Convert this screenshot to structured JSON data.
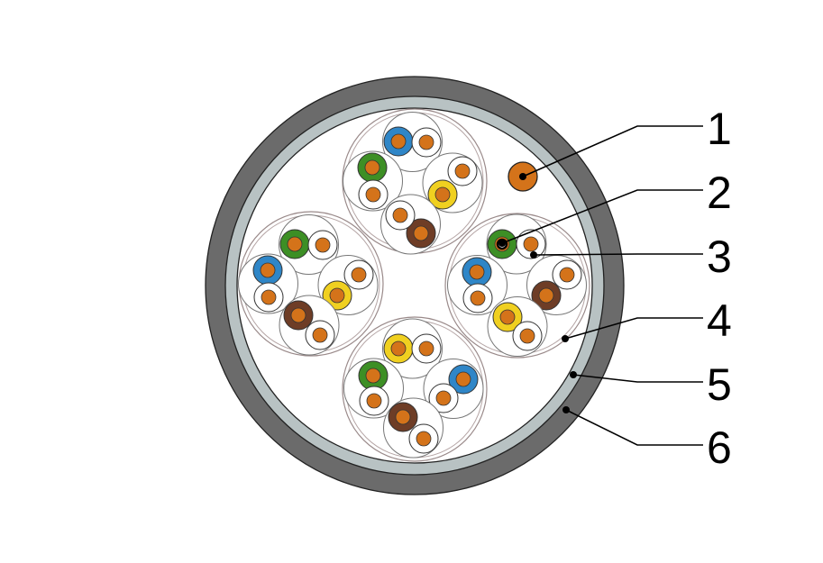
{
  "colors": {
    "jacket": "#6b6b6b",
    "shield": "#b8c2c3",
    "core_fill": "#ffffff",
    "conductor": "#d4731a",
    "drain_wire": "#d4731a",
    "green": "#3d8f25",
    "blue": "#2f86c7",
    "yellow": "#f0d020",
    "brown": "#6e3d26",
    "white": "#ffffff"
  },
  "callouts": [
    {
      "label": "1"
    },
    {
      "label": "2"
    },
    {
      "label": "3"
    },
    {
      "label": "4"
    },
    {
      "label": "5"
    },
    {
      "label": "6"
    }
  ]
}
